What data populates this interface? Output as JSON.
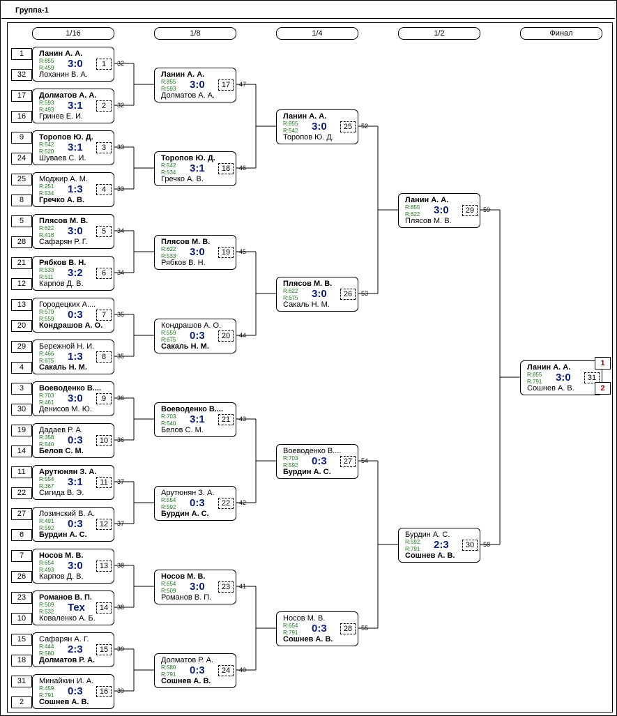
{
  "title": "Группа-1",
  "rounds": [
    "1/16",
    "1/8",
    "1/4",
    "1/2",
    "Финал"
  ],
  "seeds": [
    "1",
    "32",
    "17",
    "16",
    "9",
    "24",
    "25",
    "8",
    "5",
    "28",
    "21",
    "12",
    "13",
    "20",
    "29",
    "4",
    "3",
    "30",
    "19",
    "14",
    "11",
    "22",
    "27",
    "6",
    "7",
    "26",
    "23",
    "10",
    "15",
    "18",
    "31",
    "2"
  ],
  "matches": [
    {
      "num": "1",
      "p1": "Ланин А. А.",
      "r1": "R:855",
      "p2": "Лоханин В. А.",
      "r2": "R:459",
      "score": "3:0",
      "win": 1,
      "next": "-32"
    },
    {
      "num": "2",
      "p1": "Долматов А. А.",
      "r1": "R:593",
      "p2": "Гринев Е. И.",
      "r2": "R:493",
      "score": "3:1",
      "win": 1,
      "next": "-32"
    },
    {
      "num": "3",
      "p1": "Торопов Ю. Д.",
      "r1": "R:542",
      "p2": "Шуваев С. И.",
      "r2": "R:520",
      "score": "3:1",
      "win": 1,
      "next": "-33"
    },
    {
      "num": "4",
      "p1": "Моджир А. М.",
      "r1": "R:251",
      "p2": "Гречко А. В.",
      "r2": "R:534",
      "score": "1:3",
      "win": 2,
      "next": "-33"
    },
    {
      "num": "5",
      "p1": "Плясов М. В.",
      "r1": "R:622",
      "p2": "Сафарян Р. Г.",
      "r2": "R:418",
      "score": "3:0",
      "win": 1,
      "next": "-34"
    },
    {
      "num": "6",
      "p1": "Рябков В. Н.",
      "r1": "R:533",
      "p2": "Карпов Д. В.",
      "r2": "R:511",
      "score": "3:2",
      "win": 1,
      "next": "-34"
    },
    {
      "num": "7",
      "p1": "Городецких А....",
      "r1": "R:579",
      "p2": "Кондрашов А. О.",
      "r2": "R:559",
      "score": "0:3",
      "win": 2,
      "next": "-35"
    },
    {
      "num": "8",
      "p1": "Бережной Н. И.",
      "r1": "R:466",
      "p2": "Сакаль Н. М.",
      "r2": "R:675",
      "score": "1:3",
      "win": 2,
      "next": "-35"
    },
    {
      "num": "9",
      "p1": "Воеводенко В....",
      "r1": "R:703",
      "p2": "Денисов М. Ю.",
      "r2": "R:461",
      "score": "3:0",
      "win": 1,
      "next": "-36"
    },
    {
      "num": "10",
      "p1": "Дадаев Р. А.",
      "r1": "R:358",
      "p2": "Белов С. М.",
      "r2": "R:540",
      "score": "0:3",
      "win": 2,
      "next": "-36"
    },
    {
      "num": "11",
      "p1": "Арутюнян З. А.",
      "r1": "R:554",
      "p2": "Сигида В. Э.",
      "r2": "R:367",
      "score": "3:1",
      "win": 1,
      "next": "-37"
    },
    {
      "num": "12",
      "p1": "Лозинский В. А.",
      "r1": "R:491",
      "p2": "Бурдин А. С.",
      "r2": "R:592",
      "score": "0:3",
      "win": 2,
      "next": "-37"
    },
    {
      "num": "13",
      "p1": "Носов М. В.",
      "r1": "R:654",
      "p2": "Карпов Д. В.",
      "r2": "R:493",
      "score": "3:0",
      "win": 1,
      "next": "-38"
    },
    {
      "num": "14",
      "p1": "Романов В. П.",
      "r1": "R:509",
      "p2": "Коваленко А. Б.",
      "r2": "R:532",
      "score": "Тех",
      "win": 1,
      "next": "-38"
    },
    {
      "num": "15",
      "p1": "Сафарян А. Г.",
      "r1": "R:444",
      "p2": "Долматов Р. А.",
      "r2": "R:580",
      "score": "2:3",
      "win": 2,
      "next": "-39"
    },
    {
      "num": "16",
      "p1": "Минайкин И. А.",
      "r1": "R:459",
      "p2": "Сошнев А. В.",
      "r2": "R:791",
      "score": "0:3",
      "win": 2,
      "next": "-39"
    },
    {
      "num": "17",
      "p1": "Ланин А. А.",
      "r1": "R:855",
      "p2": "Долматов А. А.",
      "r2": "R:593",
      "score": "3:0",
      "win": 1,
      "next": "-47"
    },
    {
      "num": "18",
      "p1": "Торопов Ю. Д.",
      "r1": "R:542",
      "p2": "Гречко А. В.",
      "r2": "R:534",
      "score": "3:1",
      "win": 1,
      "next": "-46"
    },
    {
      "num": "19",
      "p1": "Плясов М. В.",
      "r1": "R:622",
      "p2": "Рябков В. Н.",
      "r2": "R:533",
      "score": "3:0",
      "win": 1,
      "next": "-45"
    },
    {
      "num": "20",
      "p1": "Кондрашов А. О.",
      "r1": "R:559",
      "p2": "Сакаль Н. М.",
      "r2": "R:675",
      "score": "0:3",
      "win": 2,
      "next": "-44"
    },
    {
      "num": "21",
      "p1": "Воеводенко В....",
      "r1": "R:703",
      "p2": "Белов С. М.",
      "r2": "R:540",
      "score": "3:1",
      "win": 1,
      "next": "-43"
    },
    {
      "num": "22",
      "p1": "Арутюнян З. А.",
      "r1": "R:554",
      "p2": "Бурдин А. С.",
      "r2": "R:592",
      "score": "0:3",
      "win": 2,
      "next": "-42"
    },
    {
      "num": "23",
      "p1": "Носов М. В.",
      "r1": "R:654",
      "p2": "Романов В. П.",
      "r2": "R:509",
      "score": "3:0",
      "win": 1,
      "next": "-41"
    },
    {
      "num": "24",
      "p1": "Долматов Р. А.",
      "r1": "R:580",
      "p2": "Сошнев А. В.",
      "r2": "R:791",
      "score": "0:3",
      "win": 2,
      "next": "-40"
    },
    {
      "num": "25",
      "p1": "Ланин А. А.",
      "r1": "R:855",
      "p2": "Торопов Ю. Д.",
      "r2": "R:542",
      "score": "3:0",
      "win": 1,
      "next": "-52"
    },
    {
      "num": "26",
      "p1": "Плясов М. В.",
      "r1": "R:622",
      "p2": "Сакаль Н. М.",
      "r2": "R:675",
      "score": "3:0",
      "win": 1,
      "next": "-53"
    },
    {
      "num": "27",
      "p1": "Воеводенко В....",
      "r1": "R:703",
      "p2": "Бурдин А. С.",
      "r2": "R:592",
      "score": "0:3",
      "win": 2,
      "next": "-54"
    },
    {
      "num": "28",
      "p1": "Носов М. В.",
      "r1": "R:654",
      "p2": "Сошнев А. В.",
      "r2": "R:791",
      "score": "0:3",
      "win": 2,
      "next": "-55"
    },
    {
      "num": "29",
      "p1": "Ланин А. А.",
      "r1": "R:855",
      "p2": "Плясов М. В.",
      "r2": "R:622",
      "score": "3:0",
      "win": 1,
      "next": "-59"
    },
    {
      "num": "30",
      "p1": "Бурдин А. С.",
      "r1": "R:592",
      "p2": "Сошнев А. В.",
      "r2": "R:791",
      "score": "2:3",
      "win": 2,
      "next": "-58"
    },
    {
      "num": "31",
      "p1": "Ланин А. А.",
      "r1": "R:855",
      "p2": "Сошнев А. В.",
      "r2": "R:791",
      "score": "3:0",
      "win": 1,
      "next": ""
    }
  ],
  "places": [
    "1",
    "2"
  ]
}
